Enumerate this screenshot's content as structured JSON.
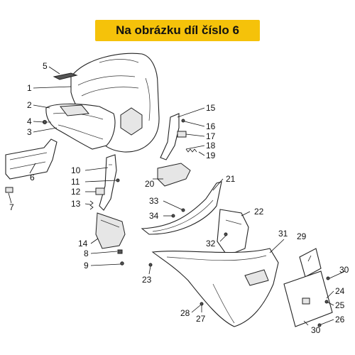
{
  "banner": {
    "text": "Na obrázku díl číslo 6",
    "color": "#f5c20a"
  },
  "callouts": [
    {
      "id": "c1",
      "text": "1"
    },
    {
      "id": "c2",
      "text": "2"
    },
    {
      "id": "c3",
      "text": "3"
    },
    {
      "id": "c4",
      "text": "4"
    },
    {
      "id": "c5",
      "text": "5"
    },
    {
      "id": "c6",
      "text": "6"
    },
    {
      "id": "c7",
      "text": "7"
    },
    {
      "id": "c8",
      "text": "8"
    },
    {
      "id": "c9",
      "text": "9"
    },
    {
      "id": "c10",
      "text": "10"
    },
    {
      "id": "c11",
      "text": "11"
    },
    {
      "id": "c12",
      "text": "12"
    },
    {
      "id": "c13",
      "text": "13"
    },
    {
      "id": "c14",
      "text": "14"
    },
    {
      "id": "c15",
      "text": "15"
    },
    {
      "id": "c16",
      "text": "16"
    },
    {
      "id": "c17",
      "text": "17"
    },
    {
      "id": "c18",
      "text": "18"
    },
    {
      "id": "c19",
      "text": "19"
    },
    {
      "id": "c20",
      "text": "20"
    },
    {
      "id": "c21",
      "text": "21"
    },
    {
      "id": "c22",
      "text": "22"
    },
    {
      "id": "c23",
      "text": "23"
    },
    {
      "id": "c24",
      "text": "24"
    },
    {
      "id": "c25",
      "text": "25"
    },
    {
      "id": "c26",
      "text": "26"
    },
    {
      "id": "c27",
      "text": "27"
    },
    {
      "id": "c28",
      "text": "28"
    },
    {
      "id": "c29",
      "text": "29"
    },
    {
      "id": "c30a",
      "text": "30"
    },
    {
      "id": "c30b",
      "text": "30"
    },
    {
      "id": "c31",
      "text": "31"
    },
    {
      "id": "c32",
      "text": "32"
    },
    {
      "id": "c33",
      "text": "33"
    },
    {
      "id": "c34",
      "text": "34"
    }
  ]
}
